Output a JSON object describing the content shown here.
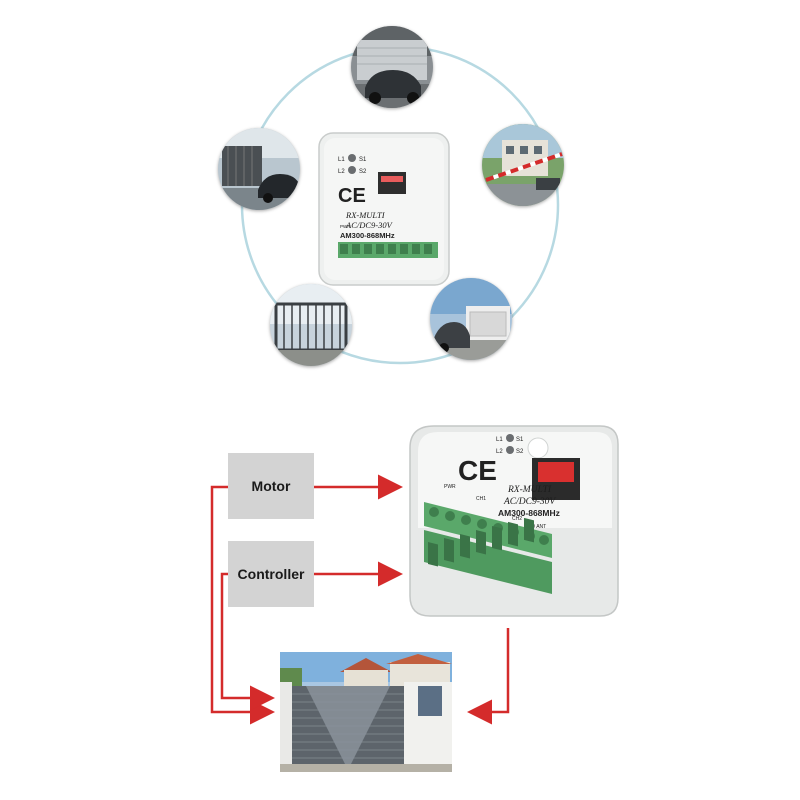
{
  "diagram": {
    "boxes": {
      "motor": "Motor",
      "controller": "Controller"
    },
    "module": {
      "model": "RX-MULTI",
      "voltage": "AC/DC9-30V",
      "frequency": "AM300-868MHz",
      "mark": "CE",
      "led_1": "L1",
      "led_2": "L2",
      "switch_1": "S1",
      "switch_2": "S2",
      "terminal_power": "PWR",
      "terminal_ch1": "CH1",
      "terminal_ch2": "CH2",
      "terminal_gnd_ant": "GND ANT"
    },
    "scenes": [
      "garage-door",
      "sliding-gate",
      "barrier-gate",
      "fence-gate",
      "swing-gate"
    ],
    "colors": {
      "arrow": "#d42b2b",
      "box": "#d3d3d3",
      "terminal": "#5aa86a",
      "module_body": "#eef0ef",
      "ring": "#b7d9e2"
    }
  }
}
